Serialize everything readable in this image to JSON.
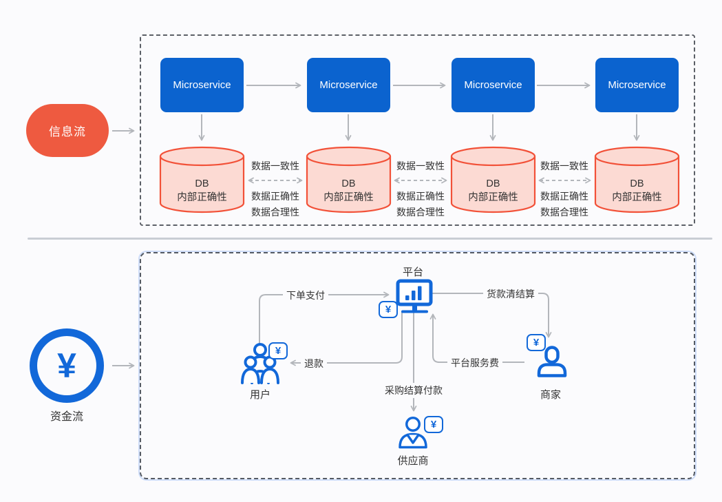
{
  "colors": {
    "accent_blue": "#0b63cf",
    "icon_blue": "#1268d9",
    "accent_red": "#ee5a40",
    "db_fill": "#fcdad3",
    "db_stroke": "#f25138",
    "arrow_gray": "#b3b6bb"
  },
  "info_flow": {
    "source_label": "信息流",
    "microservice_label": "Microservice",
    "db_line1": "DB",
    "db_line2": "内部正确性",
    "gap_label_top": "数据一致性",
    "gap_label_mid": "数据正确性",
    "gap_label_bottom": "数据合理性"
  },
  "fund_flow": {
    "source_label": "资金流",
    "yuan": "¥",
    "platform_label": "平台",
    "user_label": "用户",
    "merchant_label": "商家",
    "supplier_label": "供应商",
    "edge_order_pay": "下单支付",
    "edge_goods_settlement": "货款清结算",
    "edge_refund": "退款",
    "edge_service_fee": "平台服务费",
    "edge_purchase_pay": "采购结算付款"
  }
}
